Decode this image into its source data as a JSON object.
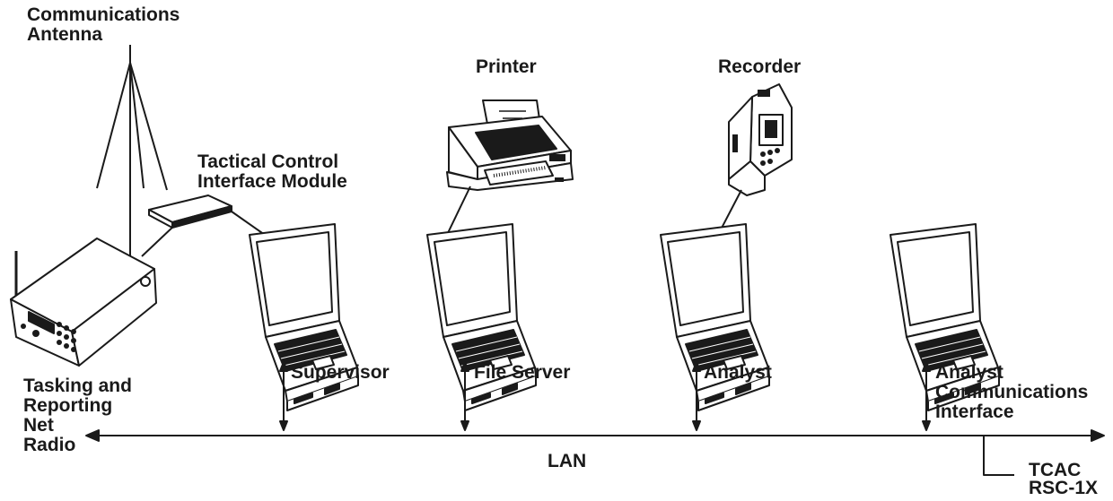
{
  "labels": {
    "antenna_line1": "Communications",
    "antenna_line2": "Antenna",
    "printer": "Printer",
    "recorder": "Recorder",
    "tcim_line1": "Tactical Control",
    "tcim_line2": "Interface Module",
    "radio_line1": "Tasking and",
    "radio_line2": "Reporting",
    "radio_line3": "Net",
    "radio_line4": "Radio",
    "supervisor": "Supervisor",
    "file_server": "File Server",
    "analyst": "Analyst",
    "aci_line1": "Analyst",
    "aci_line2": "Communications",
    "aci_line3": "Interface",
    "lan": "LAN",
    "tcac_line1": "TCAC",
    "tcac_line2": "RSC-1X"
  },
  "icons": [
    "antenna-icon",
    "radio-icon",
    "interface-module-icon",
    "laptop-icon",
    "printer-icon",
    "recorder-icon"
  ],
  "colors": {
    "line": "#1a1a1a",
    "fill_dark": "#1a1a1a",
    "fill_light": "#ffffff"
  }
}
